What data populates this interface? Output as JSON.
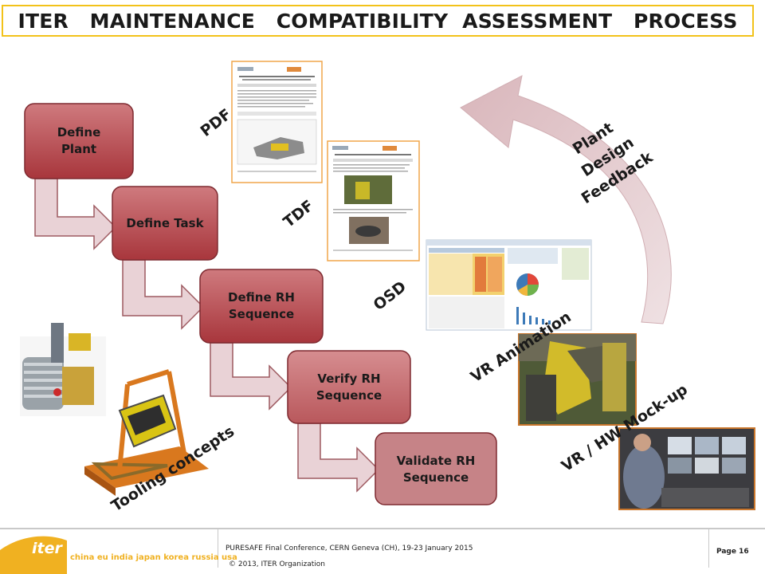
{
  "title": "ITER   MAINTENANCE   COMPATIBILITY  ASSESSMENT   PROCESS",
  "steps": [
    {
      "line1": "Define",
      "line2": "Plant"
    },
    {
      "line1": "Define Task",
      "line2": ""
    },
    {
      "line1": "Define RH",
      "line2": "Sequence"
    },
    {
      "line1": "Verify RH",
      "line2": "Sequence"
    },
    {
      "line1": "Validate RH",
      "line2": "Sequence"
    }
  ],
  "labels": {
    "pdf": "PDF",
    "tdf": "TDF",
    "osd": "OSD",
    "feedback_1": "Plant",
    "feedback_2": "Design",
    "feedback_3": "Feedback",
    "vr_animation": "VR Animation",
    "vr_hw": "VR / HW Mock-up",
    "tooling": "Tooling concepts"
  },
  "footer": {
    "conference": "PURESAFE Final Conference, CERN Geneva (CH), 19-23 January 2015",
    "copyright": "© 2013, ITER Organization",
    "page": "Page 16",
    "logo_word": "iter",
    "countries": "china eu india japan korea russia usa"
  },
  "colors": {
    "title_border": "#f2c21a",
    "box_fill_top": "#c86a6e",
    "box_fill_bottom": "#a9373d",
    "arrow_fill": "#e9d2d6",
    "logo_orange": "#f0b121"
  }
}
